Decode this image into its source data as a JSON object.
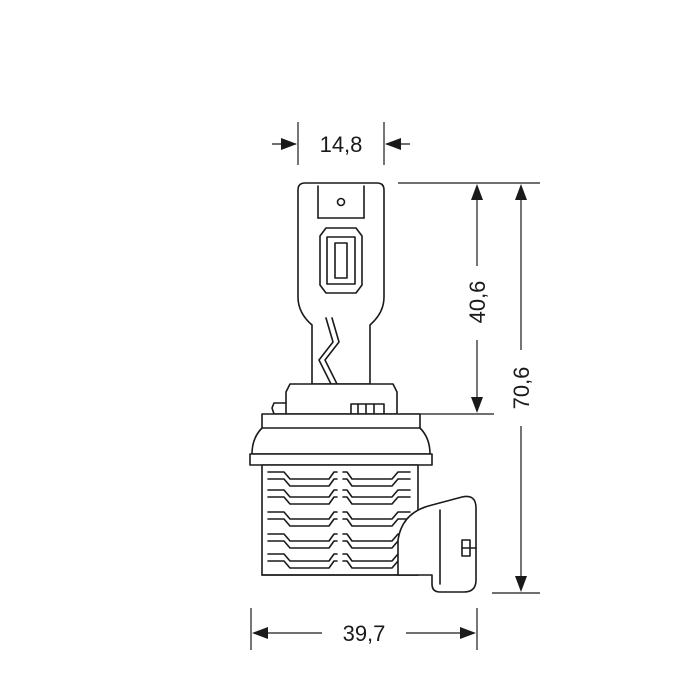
{
  "dimensions": {
    "top_width": "14,8",
    "upper_height": "40,6",
    "total_height": "70,6",
    "base_width": "39,7"
  },
  "colors": {
    "line": "#1a1a1a",
    "background": "#ffffff"
  }
}
